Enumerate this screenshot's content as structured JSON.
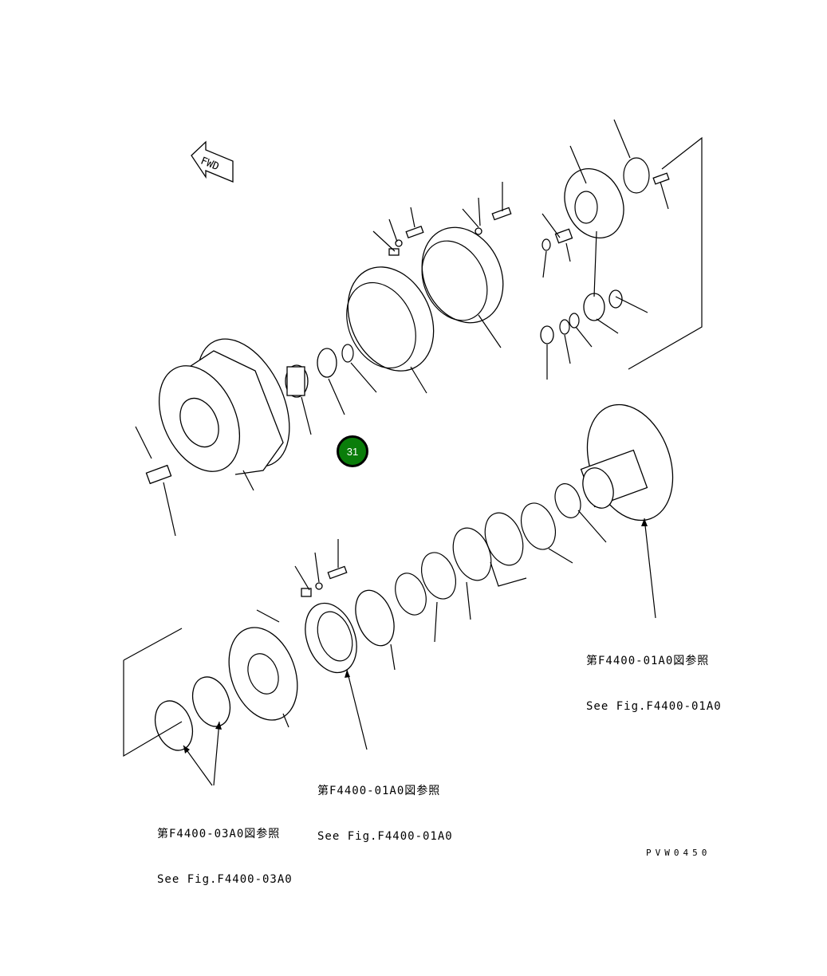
{
  "diagram": {
    "fwd_label": "FWD",
    "callout_badge": {
      "number": "31",
      "color": "#0a7d0a"
    },
    "references": [
      {
        "line1": "第F4400-01A0図参照",
        "line2": "See Fig.F4400-01A0"
      },
      {
        "line1": "第F4400-01A0図参照",
        "line2": "See Fig.F4400-01A0"
      },
      {
        "line1": "第F4400-03A0図参照",
        "line2": "See Fig.F4400-03A0"
      }
    ],
    "drawing_code": "PVW0450"
  }
}
